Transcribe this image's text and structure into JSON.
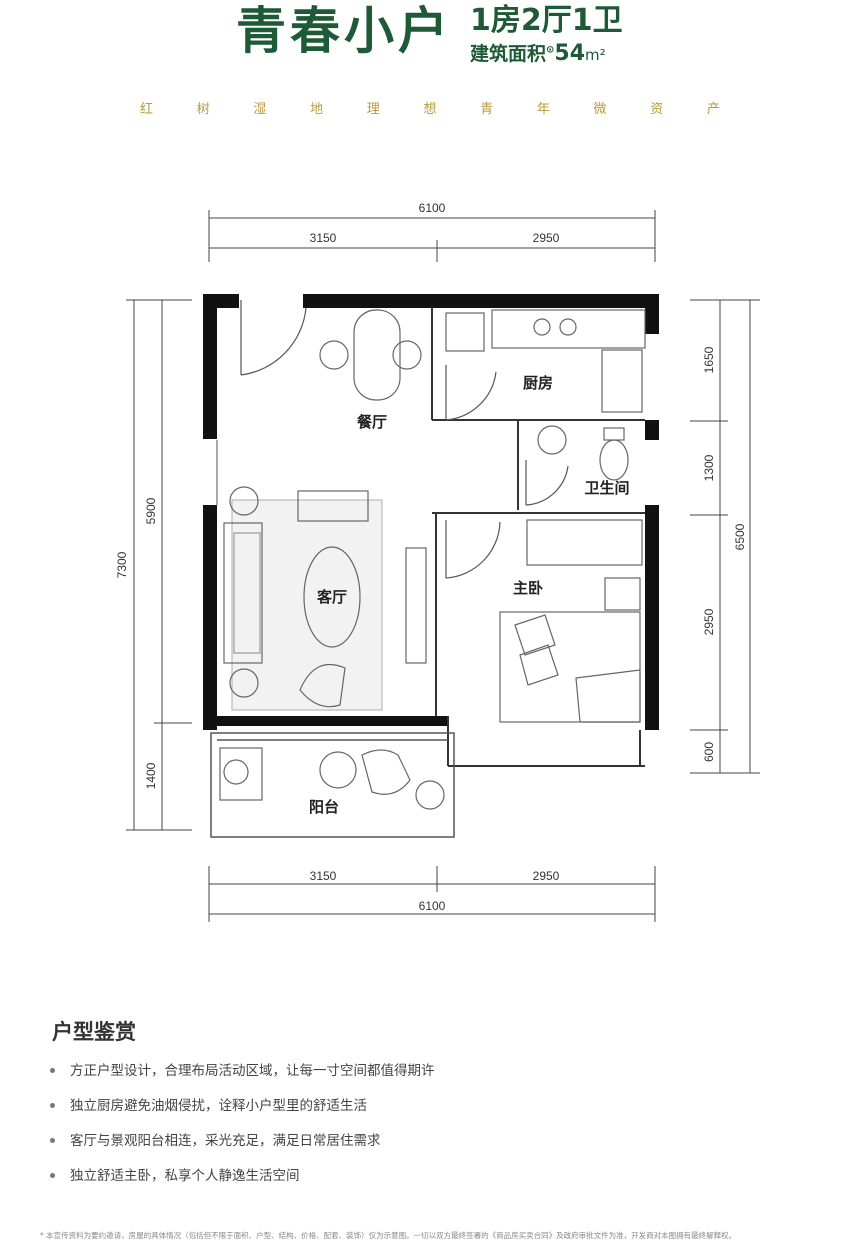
{
  "colors": {
    "title_green": "#1d5a35",
    "slogan_gold": "#b89a3c",
    "wall": "#111111"
  },
  "header": {
    "title": "青春小户",
    "layout_type": "1房2厅1卫",
    "area_label": "建筑面积",
    "area_mark": "⊙",
    "area_value": "54",
    "area_unit": "m²",
    "slogan_chars": [
      "红",
      "树",
      "湿",
      "地",
      "理",
      "想",
      "青",
      "年",
      "微",
      "资",
      "产"
    ]
  },
  "floorplan": {
    "rooms": {
      "dining": "餐厅",
      "kitchen": "厨房",
      "bathroom": "卫生间",
      "living": "客厅",
      "master_bedroom": "主卧",
      "balcony": "阳台"
    },
    "dimensions": {
      "top_total": "6100",
      "top_left": "3150",
      "top_right": "2950",
      "bottom_left": "3150",
      "bottom_right": "2950",
      "bottom_total": "6100",
      "left_total": "7300",
      "left_main": "5900",
      "left_balcony": "1400",
      "right_total": "6500",
      "right_kitchen": "1650",
      "right_bath": "1300",
      "right_bedroom": "2950",
      "right_balcony": "600"
    }
  },
  "appreciation": {
    "title": "户型鉴赏",
    "items": [
      "方正户型设计，合理布局活动区域，让每一寸空间都值得期许",
      "独立厨房避免油烟侵扰，诠释小户型里的舒适生活",
      "客厅与景观阳台相连，采光充足，满足日常居住需求",
      "独立舒适主卧，私享个人静逸生活空间"
    ]
  },
  "disclaimer": "* 本宣传资料为要约邀请，房屋的具体情况（包括但不限于面积、户型、结构、价格、配套、装饰）仅为示意图。一切以双方最终签署的《商品房买卖合同》及政府审批文件为准，开发商对本图拥有最终解释权。"
}
